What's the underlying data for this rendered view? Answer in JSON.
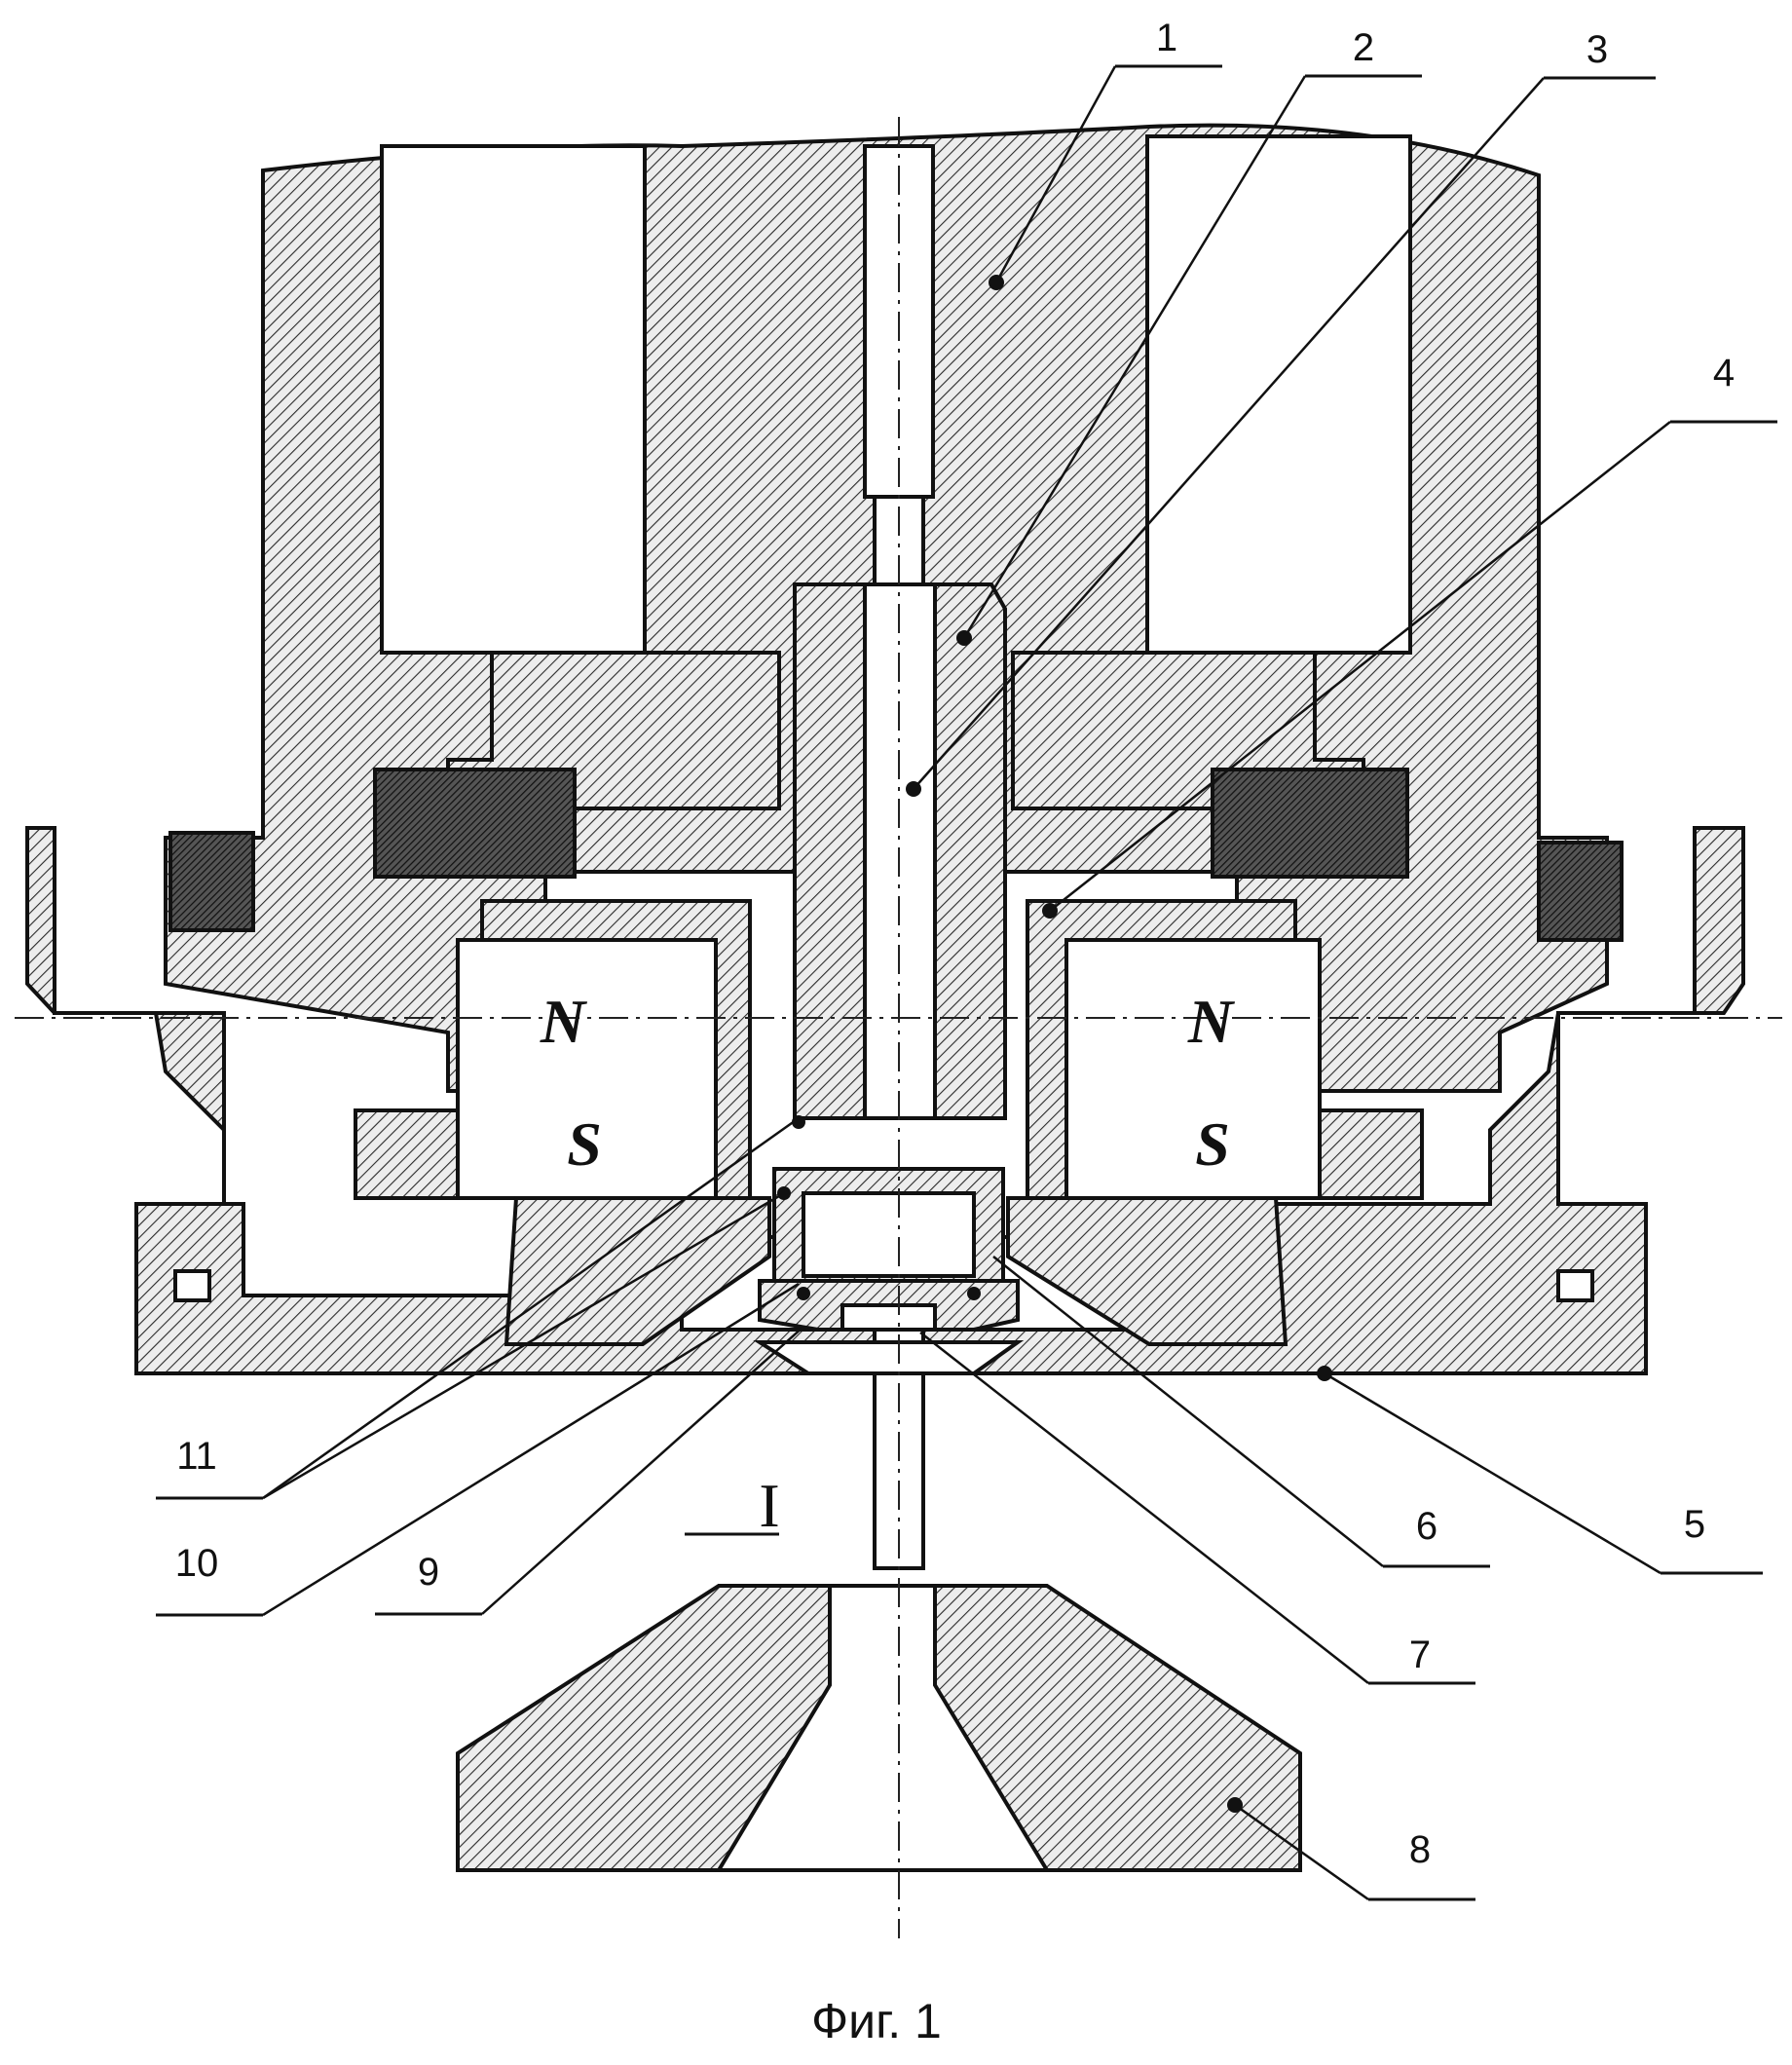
{
  "figure": {
    "caption": "Фиг. 1",
    "detail_marker": "I",
    "pole_north": "N",
    "pole_south": "S",
    "labels": [
      "1",
      "2",
      "3",
      "4",
      "5",
      "6",
      "7",
      "8",
      "9",
      "10",
      "11"
    ]
  }
}
